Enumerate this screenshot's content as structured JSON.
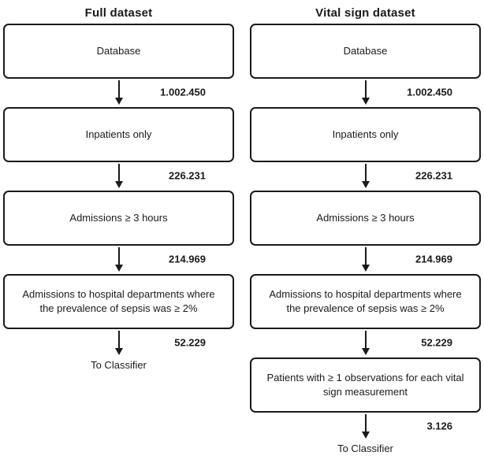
{
  "diagram": {
    "columns": [
      {
        "title": "Full dataset",
        "items": [
          {
            "type": "box",
            "text": "Database"
          },
          {
            "type": "arrow",
            "count": "1.002.450"
          },
          {
            "type": "box",
            "text": "Inpatients only"
          },
          {
            "type": "arrow",
            "count": "226.231"
          },
          {
            "type": "box",
            "text": "Admissions ≥ 3 hours"
          },
          {
            "type": "arrow",
            "count": "214.969"
          },
          {
            "type": "box",
            "text": "Admissions to hospital departments where the prevalence of sepsis was ≥ 2%"
          },
          {
            "type": "arrow",
            "count": "52.229"
          },
          {
            "type": "label",
            "text": "To Classifier"
          }
        ]
      },
      {
        "title": "Vital sign dataset",
        "items": [
          {
            "type": "box",
            "text": "Database"
          },
          {
            "type": "arrow",
            "count": "1.002.450"
          },
          {
            "type": "box",
            "text": "Inpatients only"
          },
          {
            "type": "arrow",
            "count": "226.231"
          },
          {
            "type": "box",
            "text": "Admissions ≥ 3 hours"
          },
          {
            "type": "arrow",
            "count": "214.969"
          },
          {
            "type": "box",
            "text": "Admissions to hospital departments where the prevalence of sepsis was ≥ 2%"
          },
          {
            "type": "arrow",
            "count": "52.229"
          },
          {
            "type": "box",
            "text": "Patients with ≥ 1 observations for each vital sign measurement"
          },
          {
            "type": "arrow",
            "count": "3.126"
          },
          {
            "type": "label",
            "text": "To Classifier"
          }
        ]
      }
    ],
    "colors": {
      "box_border": "#1a1a1a",
      "text": "#1a1a1a",
      "background": "#ffffff"
    }
  }
}
